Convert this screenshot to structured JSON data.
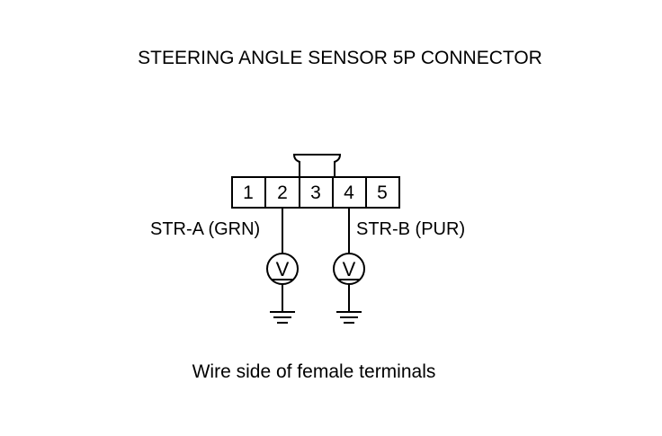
{
  "diagram": {
    "title": "STEERING ANGLE SENSOR 5P CONNECTOR",
    "pins": [
      "1",
      "2",
      "3",
      "4",
      "5"
    ],
    "wires": [
      {
        "label": "STR-A (GRN)",
        "pin": "2"
      },
      {
        "label": "STR-B (PUR)",
        "pin": "4"
      }
    ],
    "meter_symbol": "V",
    "caption": "Wire side of female terminals",
    "colors": {
      "line": "#000000",
      "background": "#ffffff"
    }
  }
}
